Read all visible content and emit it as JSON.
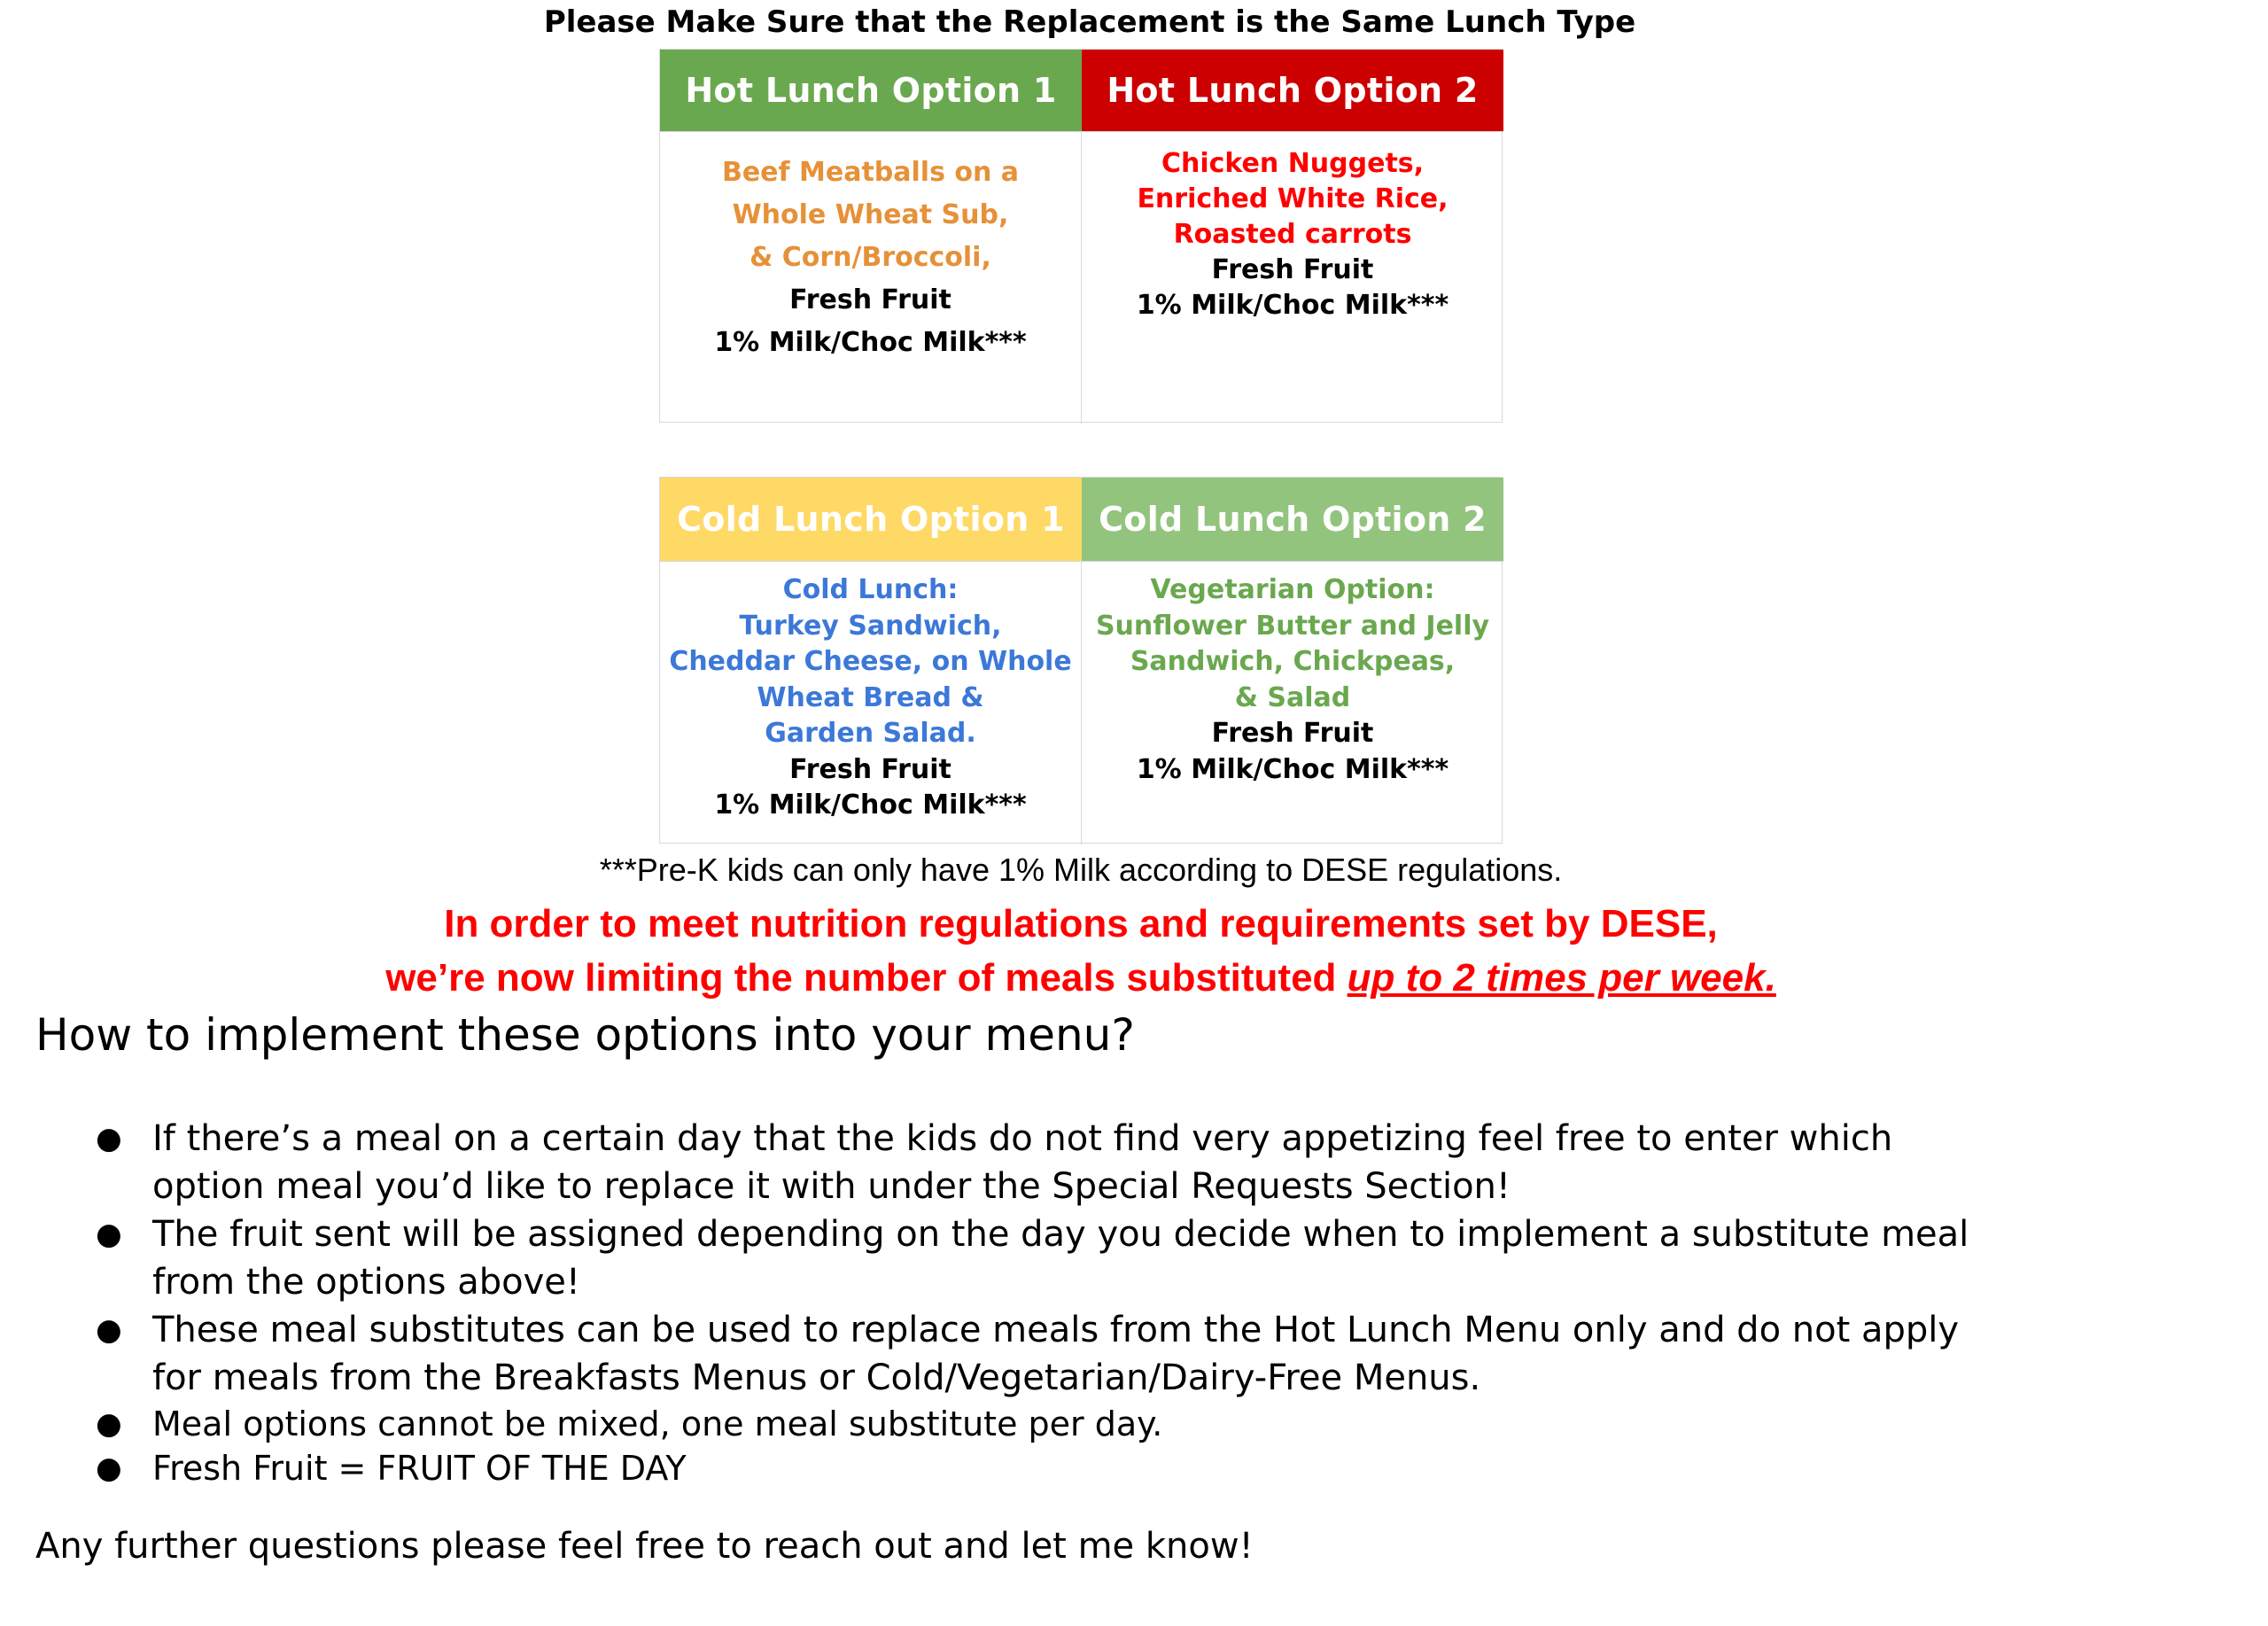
{
  "top_note": "Please Make Sure that the Replacement is the Same Lunch Type",
  "hot_table": {
    "option1": {
      "title": "Hot Lunch Option 1",
      "lines": [
        "Beef Meatballs on a",
        "Whole Wheat Sub,",
        "& Corn/Broccoli,"
      ],
      "fruit": "Fresh Fruit",
      "milk": "1% Milk/Choc Milk***"
    },
    "option2": {
      "title": "Hot Lunch Option 2",
      "lines": [
        "Chicken Nuggets,",
        "Enriched White Rice,",
        "Roasted carrots"
      ],
      "fruit": "Fresh Fruit",
      "milk": "1% Milk/Choc Milk***"
    }
  },
  "cold_table": {
    "option1": {
      "title": "Cold Lunch Option 1",
      "lines": [
        "Cold Lunch:",
        "Turkey Sandwich,",
        "Cheddar Cheese, on Whole",
        "Wheat Bread &",
        "Garden Salad."
      ],
      "fruit": "Fresh Fruit",
      "milk": "1% Milk/Choc Milk***"
    },
    "option2": {
      "title": "Cold Lunch Option 2",
      "lines": [
        "Vegetarian Option:",
        "Sunflower Butter and Jelly",
        "Sandwich, Chickpeas,",
        "& Salad"
      ],
      "fruit": "Fresh Fruit",
      "milk": "1% Milk/Choc Milk***"
    }
  },
  "prek_note": "***Pre-K kids can only have 1% Milk according to DESE regulations.",
  "regulations": {
    "line1": "In order to meet nutrition regulations and requirements set by DESE,",
    "line2_prefix": "we’re now limiting the number of meals substituted ",
    "line2_emphasis": "up to 2 times per week."
  },
  "howto_heading": "How to implement these options into your menu?",
  "bullets": [
    {
      "line1": "If there’s a meal on a certain day that the kids do not find very appetizing feel free to enter which",
      "line2": "option meal you’d like to replace it with under the Special Requests Section!"
    },
    {
      "line1": "The fruit sent will be assigned depending on the day you decide when to implement a substitute meal",
      "line2": "from the options above!"
    },
    {
      "line1": "These meal substitutes can be used to replace meals from the Hot Lunch Menu only and do not apply",
      "line2": "for meals from the Breakfasts Menus or Cold/Vegetarian/Dairy-Free Menus."
    },
    {
      "line1": "Meal options cannot be mixed, one meal substitute per day."
    },
    {
      "line1": "Fresh Fruit = FRUIT OF THE DAY"
    }
  ],
  "bullet_glyph": "●",
  "closing": "Any further questions please feel free to reach out and let me know!",
  "colors": {
    "hot1_header": "#6aa84f",
    "hot2_header": "#cc0000",
    "cold1_header": "#ffd966",
    "cold2_header": "#93c47d",
    "hot1_text": "#e69138",
    "hot2_text": "#ff0000",
    "cold1_text": "#3c78d8",
    "cold2_text": "#6aa84f",
    "regulation_text": "#ff0000"
  }
}
